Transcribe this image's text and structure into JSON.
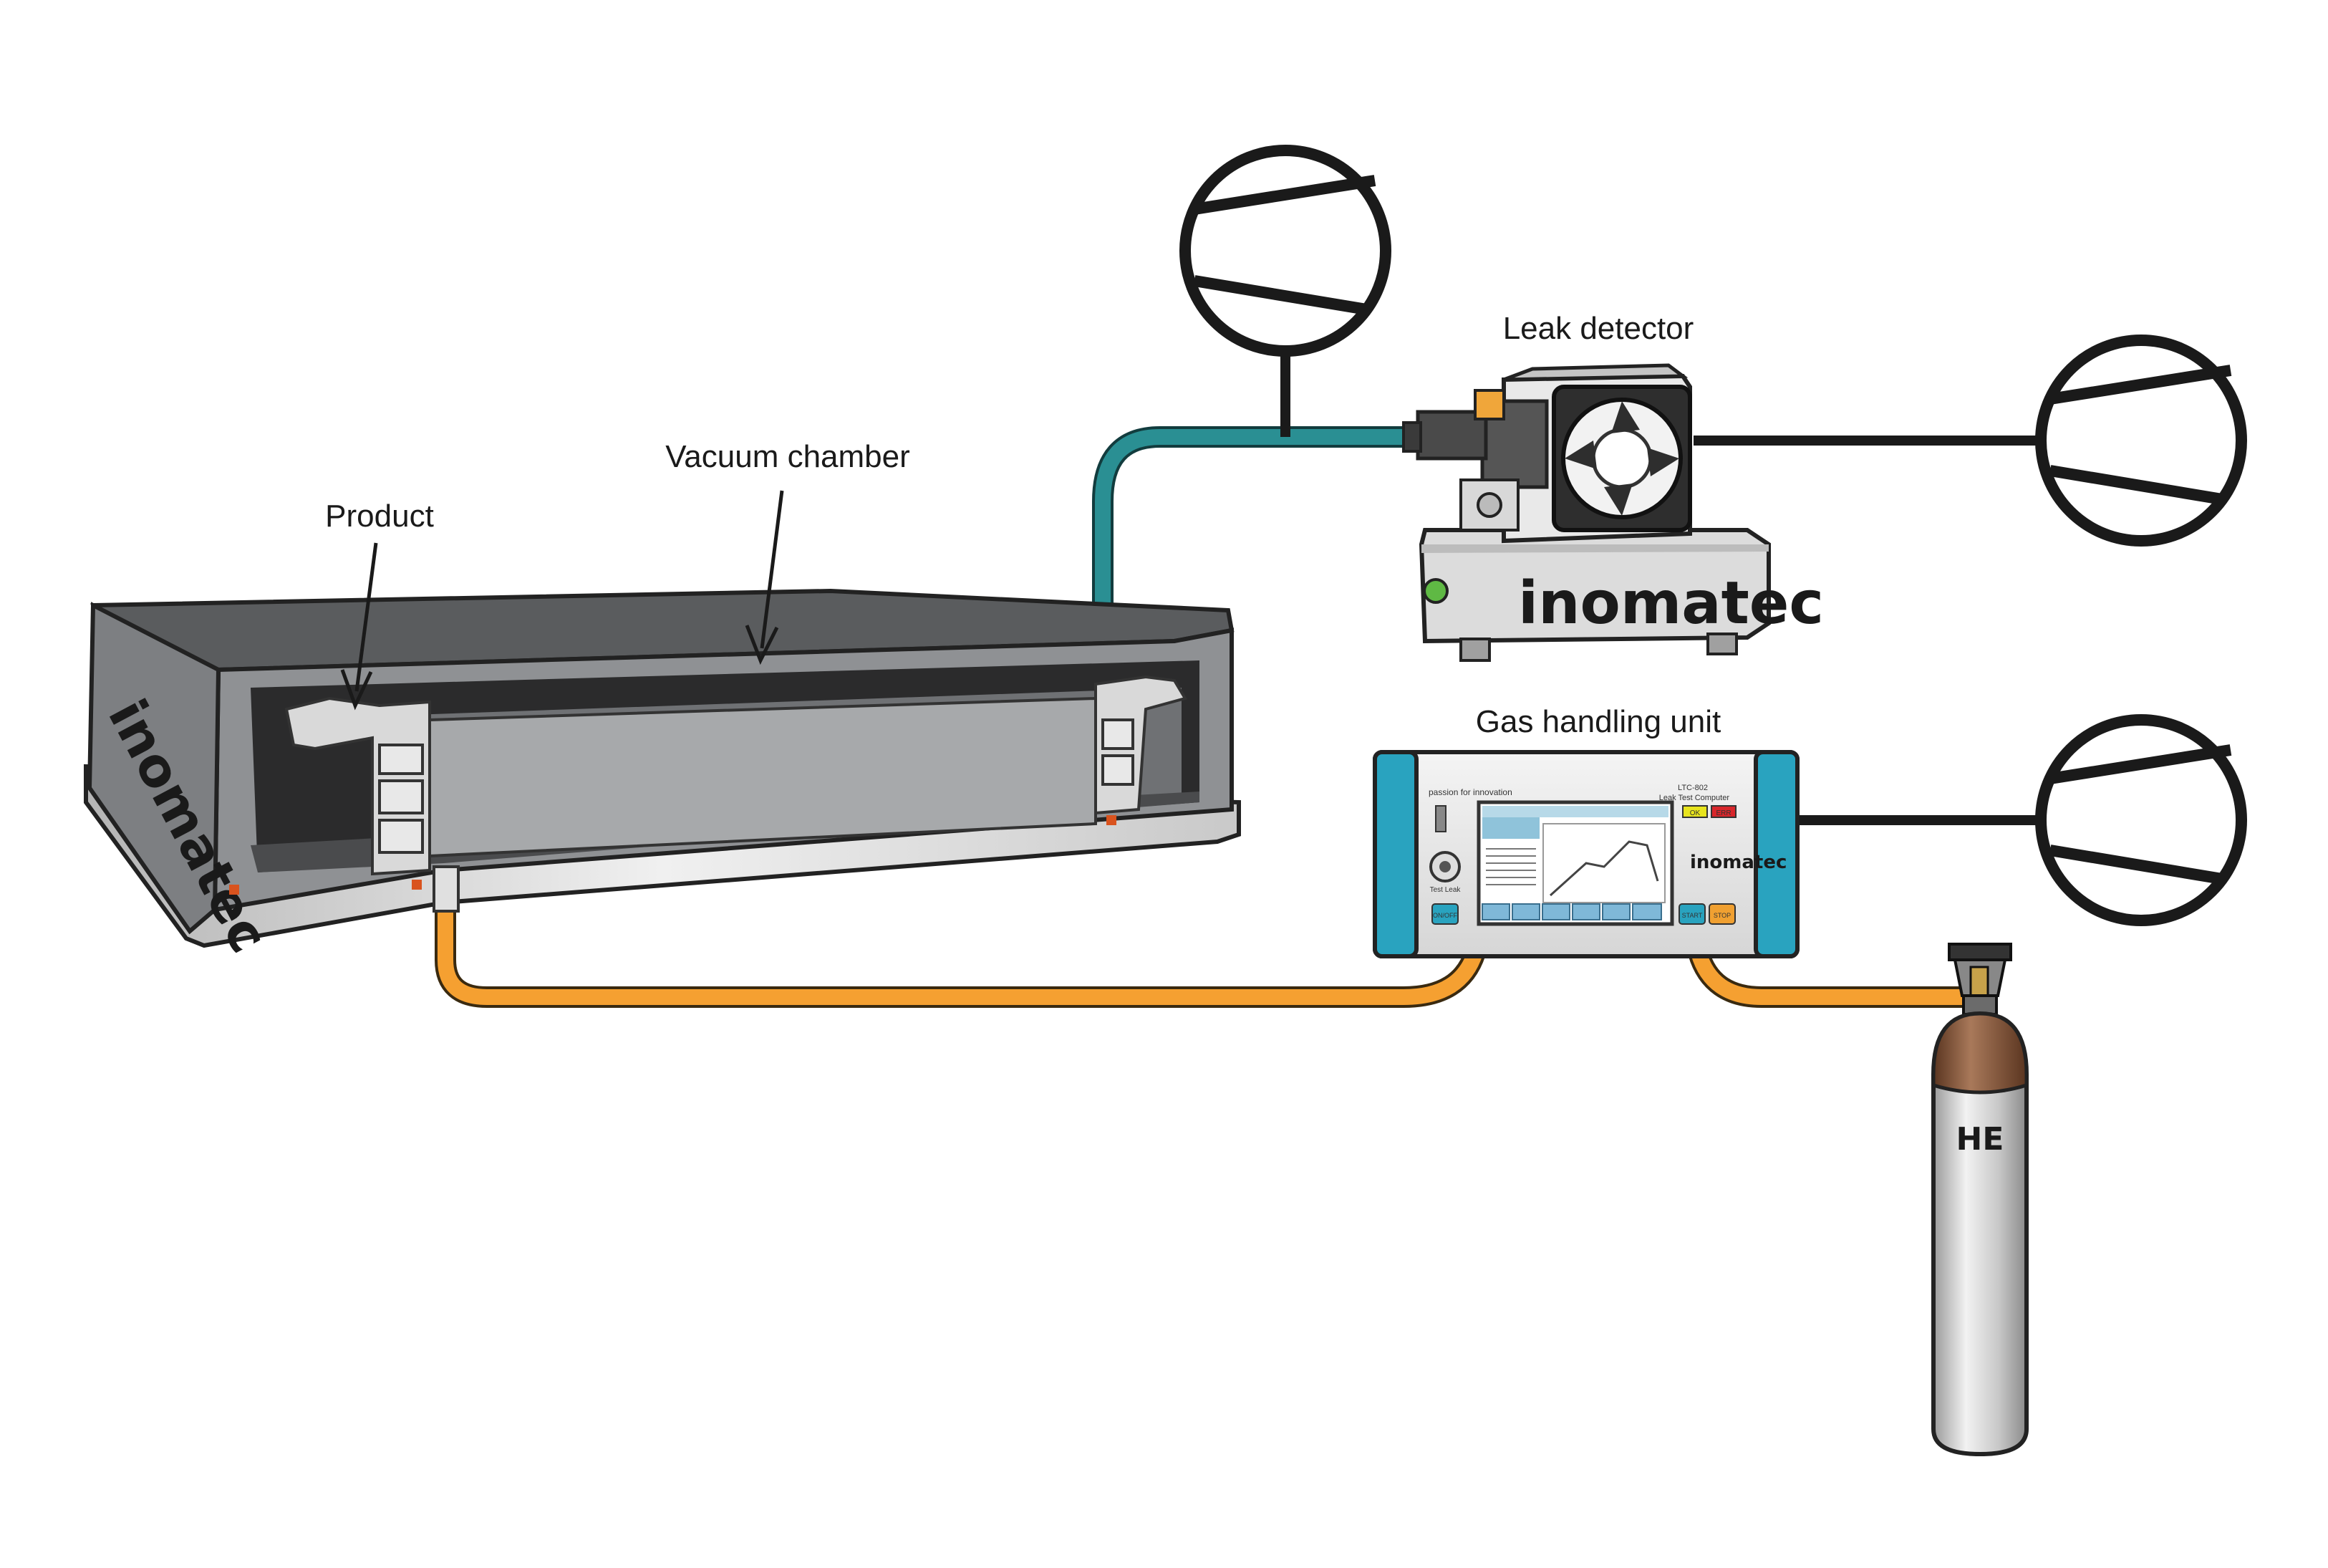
{
  "labels": {
    "product": "Product",
    "vacuum_chamber": "Vacuum chamber",
    "leak_detector": "Leak detector",
    "gas_handling_unit": "Gas handling unit",
    "cylinder": "HE"
  },
  "branding": {
    "logo_text": "inomatec",
    "slogan": "passion for innovation",
    "model": "LTC-802",
    "model_desc": "Leak Test Computer"
  },
  "gas_unit_panel": {
    "ok_label": "OK",
    "err_label": "ERR",
    "onoff_label": "ON/OFF",
    "start_label": "START",
    "stop_label": "STOP",
    "test_leak_label": "Test Leak"
  },
  "colors": {
    "vacuum_line": "#2a8f93",
    "helium_line": "#f5a031",
    "unit_accent": "#29a3bf",
    "chamber_body": "#8f9194",
    "cylinder_top": "#8a5a3a"
  },
  "icons": [
    "pump-symbol-icon",
    "fan-icon",
    "gas-cylinder-icon"
  ]
}
